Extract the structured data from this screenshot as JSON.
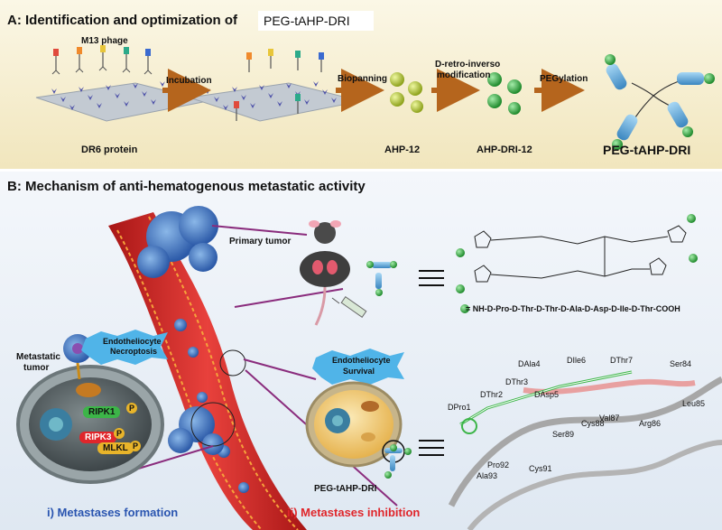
{
  "panel_a": {
    "title": "A: Identification and optimization of",
    "title_box": "PEG-tAHP-DRI",
    "phage_label": "M13 phage",
    "step_incubation": "Incubation",
    "step_biopanning": "Biopanning",
    "step_dri_line1": "D-retro-inverso",
    "step_dri_line2": "modification",
    "step_pegylation": "PEGylation",
    "label_dr6": "DR6 protein",
    "label_ahp12": "AHP-12",
    "label_ahpdri": "AHP-DRI-12",
    "label_peg": "PEG-tAHP-DRI"
  },
  "panel_b": {
    "title": "B: Mechanism of anti-hematogenous metastatic activity",
    "primary_tumor": "Primary tumor",
    "metastatic_tumor_line1": "Metastatic",
    "metastatic_tumor_line2": "tumor",
    "necroptosis_line1": "Endotheliocyte",
    "necroptosis_line2": "Necroptosis",
    "survival_line1": "Endotheliocyte",
    "survival_line2": "Survival",
    "ripk1": "RIPK1",
    "ripk3": "RIPK3",
    "mlkl": "MLKL",
    "p": "P",
    "peg_label": "PEG-tAHP-DRI",
    "formation": "i) Metastases formation",
    "inhibition": "ii) Metastases inhibition",
    "peptide_sequence": "= NH-D-Pro-D-Thr-D-Thr-D-Ala-D-Asp-D-Ile-D-Thr-COOH",
    "residues": {
      "pro1": "DPro1",
      "thr2": "DThr2",
      "thr3": "DThr3",
      "ala4": "DAla4",
      "asp5": "DAsp5",
      "ile6": "DIle6",
      "thr7": "DThr7",
      "ser84": "Ser84",
      "leu85": "Leu85",
      "arg86": "Arg86",
      "val87": "Val87",
      "cys88": "Cys88",
      "ser89": "Ser89",
      "cys91": "Cys91",
      "pro92": "Pro92",
      "ala93": "Ala93"
    }
  },
  "colors": {
    "panel_a_bg": "#f5ecc8",
    "panel_b_bg": "#e6edf5",
    "arrow": "#b5651d",
    "vessel": "#d8302c",
    "ahp_sphere": "#b9cf3c",
    "dri_sphere": "#3cb548",
    "peg_cylinder": "#5aa7d8",
    "formation_text": "#2a55b0",
    "inhibition_text": "#e0262b"
  }
}
